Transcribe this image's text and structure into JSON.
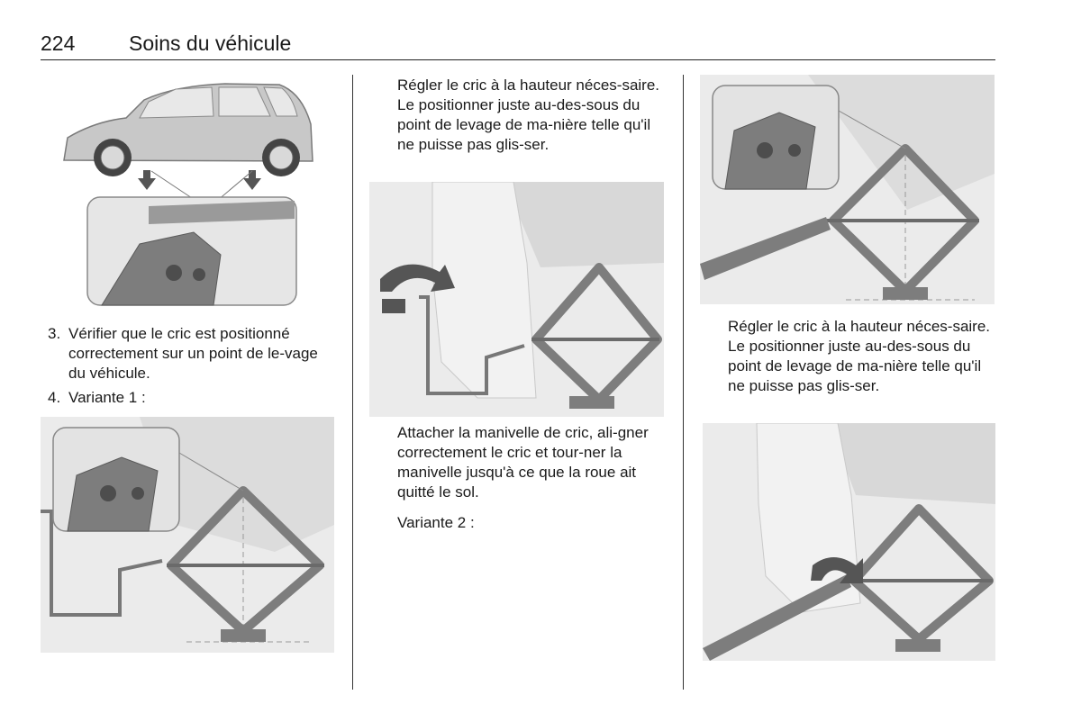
{
  "header": {
    "page_number": "224",
    "section_title": "Soins du véhicule"
  },
  "column1": {
    "steps": [
      {
        "number": "3.",
        "text": "Vérifier que le cric est positionné correctement sur un point de le-vage du véhicule."
      },
      {
        "number": "4.",
        "text": "Variante 1 :"
      }
    ]
  },
  "column2": {
    "para1": "Régler le cric à la hauteur néces-saire. Le positionner juste au-des-sous du point de levage de ma-nière telle qu'il ne puisse pas glis-ser.",
    "para2": "Attacher la manivelle de cric, ali-gner correctement le cric et tour-ner la manivelle jusqu'à ce que la roue ait quitté le sol.",
    "para3": "Variante 2 :"
  },
  "column3": {
    "para1": "Régler le cric à la hauteur néces-saire. Le positionner juste au-des-sous du point de levage de ma-nière telle qu'il ne puisse pas glis-ser."
  },
  "colors": {
    "text": "#1a1a1a",
    "illustration_bg": "#ebebeb",
    "jack_gray": "#7d7d7d",
    "car_body": "#c8c8c8"
  }
}
